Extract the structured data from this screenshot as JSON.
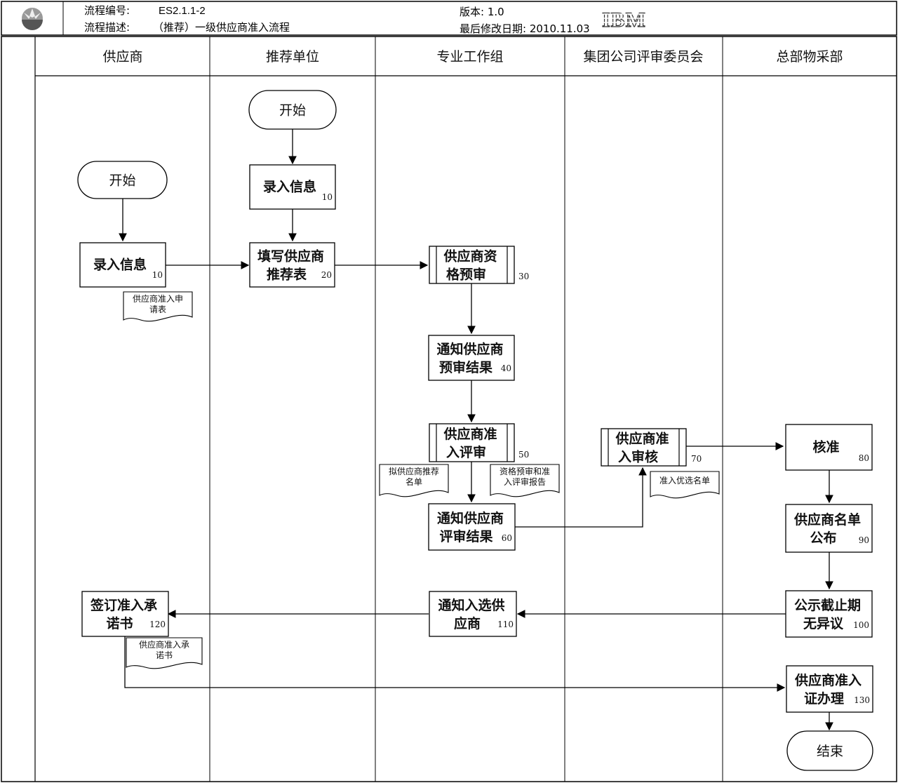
{
  "header": {
    "code_label": "流程编号:",
    "code_value": "ES2.1.1-2",
    "desc_label": "流程描述:",
    "desc_value": "（推荐）一级供应商准入流程",
    "version_label": "版本: 1.0",
    "date_label": "最后修改日期: 2010.11.03",
    "brand": "IBM"
  },
  "lanes": [
    "供应商",
    "推荐单位",
    "专业工作组",
    "集团公司评审委员会",
    "总部物采部"
  ],
  "terminals": {
    "t1": "开始",
    "t2": "开始",
    "t3": "结束"
  },
  "steps": {
    "s10a": {
      "line1": "录入信息",
      "line2": "",
      "num": "10"
    },
    "s10b": {
      "line1": "录入信息",
      "line2": "",
      "num": "10"
    },
    "s20": {
      "line1": "填写供应商",
      "line2": "推荐表",
      "num": "20"
    },
    "s30": {
      "line1": "供应商资",
      "line2": "格预审",
      "num": "30"
    },
    "s40": {
      "line1": "通知供应商",
      "line2": "预审结果",
      "num": "40"
    },
    "s50": {
      "line1": "供应商准",
      "line2": "入评审",
      "num": "50"
    },
    "s60": {
      "line1": "通知供应商",
      "line2": "评审结果",
      "num": "60"
    },
    "s70": {
      "line1": "供应商准",
      "line2": "入审核",
      "num": "70"
    },
    "s80": {
      "line1": "核准",
      "line2": "",
      "num": "80"
    },
    "s90": {
      "line1": "供应商名单",
      "line2": "公布",
      "num": "90"
    },
    "s100": {
      "line1": "公示截止期",
      "line2": "无异议",
      "num": "100"
    },
    "s110": {
      "line1": "通知入选供",
      "line2": "应商",
      "num": "110"
    },
    "s120": {
      "line1": "签订准入承",
      "line2": "诺书",
      "num": "120"
    },
    "s130": {
      "line1": "供应商准入",
      "line2": "证办理",
      "num": "130"
    }
  },
  "documents": {
    "d1": {
      "line1": "供应商准入申",
      "line2": "请表"
    },
    "d2": {
      "line1": "拟供应商推荐",
      "line2": "名单"
    },
    "d3": {
      "line1": "资格预审和准",
      "line2": "入评审报告"
    },
    "d4": {
      "line1": "准入优选名单",
      "line2": ""
    },
    "d5": {
      "line1": "供应商准入承",
      "line2": "诺书"
    }
  }
}
